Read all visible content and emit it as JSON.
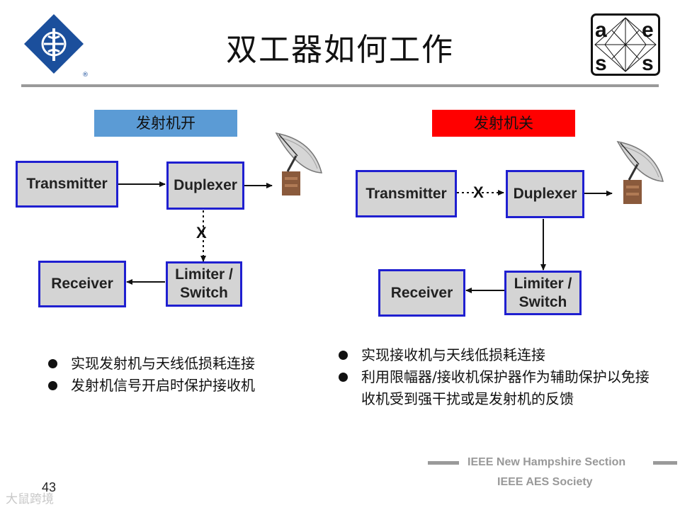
{
  "slide": {
    "title": "双工器如何工作",
    "page_number": "43",
    "watermark": "大鼠跨境"
  },
  "logos": {
    "aes_letters": [
      "a",
      "e",
      "s",
      "s"
    ]
  },
  "left_panel": {
    "mode_label": "发射机开",
    "mode_color": "#5b9bd5",
    "blocks": {
      "transmitter": "Transmitter",
      "duplexer": "Duplexer",
      "receiver": "Receiver",
      "limiter_line1": "Limiter /",
      "limiter_line2": "Switch"
    },
    "blocked_marker": "X",
    "bullets": [
      "实现发射机与天线低损耗连接",
      "发射机信号开启时保护接收机"
    ]
  },
  "right_panel": {
    "mode_label": "发射机关",
    "mode_color": "#ff0000",
    "blocks": {
      "transmitter": "Transmitter",
      "duplexer": "Duplexer",
      "receiver": "Receiver",
      "limiter_line1": "Limiter /",
      "limiter_line2": "Switch"
    },
    "blocked_marker": "X",
    "bullets": [
      "实现接收机与天线低损耗连接",
      "利用限幅器/接收机保护器作为辅助保护以免接收机受到强干扰或是发射机的反馈"
    ]
  },
  "footer": {
    "line1": "IEEE New Hampshire Section",
    "line2": "IEEE AES Society"
  },
  "colors": {
    "box_border": "#1f1fd0",
    "box_fill": "#d4d4d4",
    "ieee_blue": "#1b4f9c"
  }
}
